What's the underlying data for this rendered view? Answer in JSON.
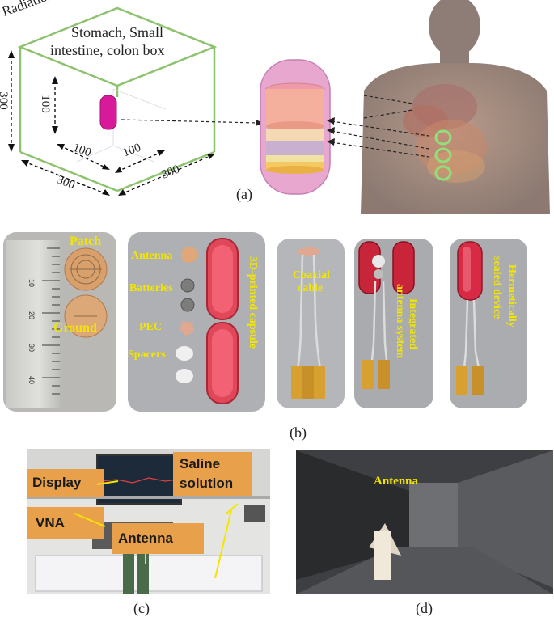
{
  "panel_a": {
    "radiation_box_label": "Radiation Box",
    "organ_box_line1": "Stomach, Small",
    "organ_box_line2": "intestine, colon box",
    "dim_outer_vertical": "300",
    "dim_outer_bottom_left": "300",
    "dim_outer_bottom_right": "300",
    "dim_inner_vertical": "100",
    "dim_inner_left": "100",
    "dim_inner_right": "100",
    "caption": "(a)"
  },
  "panel_b": {
    "patch_label": "Patch",
    "ground_label": "Ground",
    "ruler_ticks": [
      "10",
      "20",
      "30",
      "40"
    ],
    "antenna_label": "Antenna",
    "batteries_label": "Batteries",
    "pec_label": "PEC",
    "spacers_label": "Spacers",
    "capsule_label": "3D-printed capsule",
    "coaxial_label_line1": "Coaxial",
    "coaxial_label_line2": "cable",
    "integrated_label_line1": "Integrated",
    "integrated_label_line2": "antenna system",
    "sealed_label_line1": "Hermetically",
    "sealed_label_line2": "sealed device",
    "caption": "(b)"
  },
  "panel_c": {
    "display_label": "Display",
    "saline_label_line1": "Saline",
    "saline_label_line2": "solution",
    "vna_label": "VNA",
    "antenna_label": "Antenna",
    "caption": "(c)"
  },
  "panel_d": {
    "antenna_label": "Antenna",
    "caption": "(d)"
  },
  "colors": {
    "box_green": "#8dc26e",
    "label_yellow": "#f2e600",
    "callout_orange": "#e8a04a",
    "capsule_pink": "#e8a8cc",
    "body_tone": "#9c8a80"
  }
}
